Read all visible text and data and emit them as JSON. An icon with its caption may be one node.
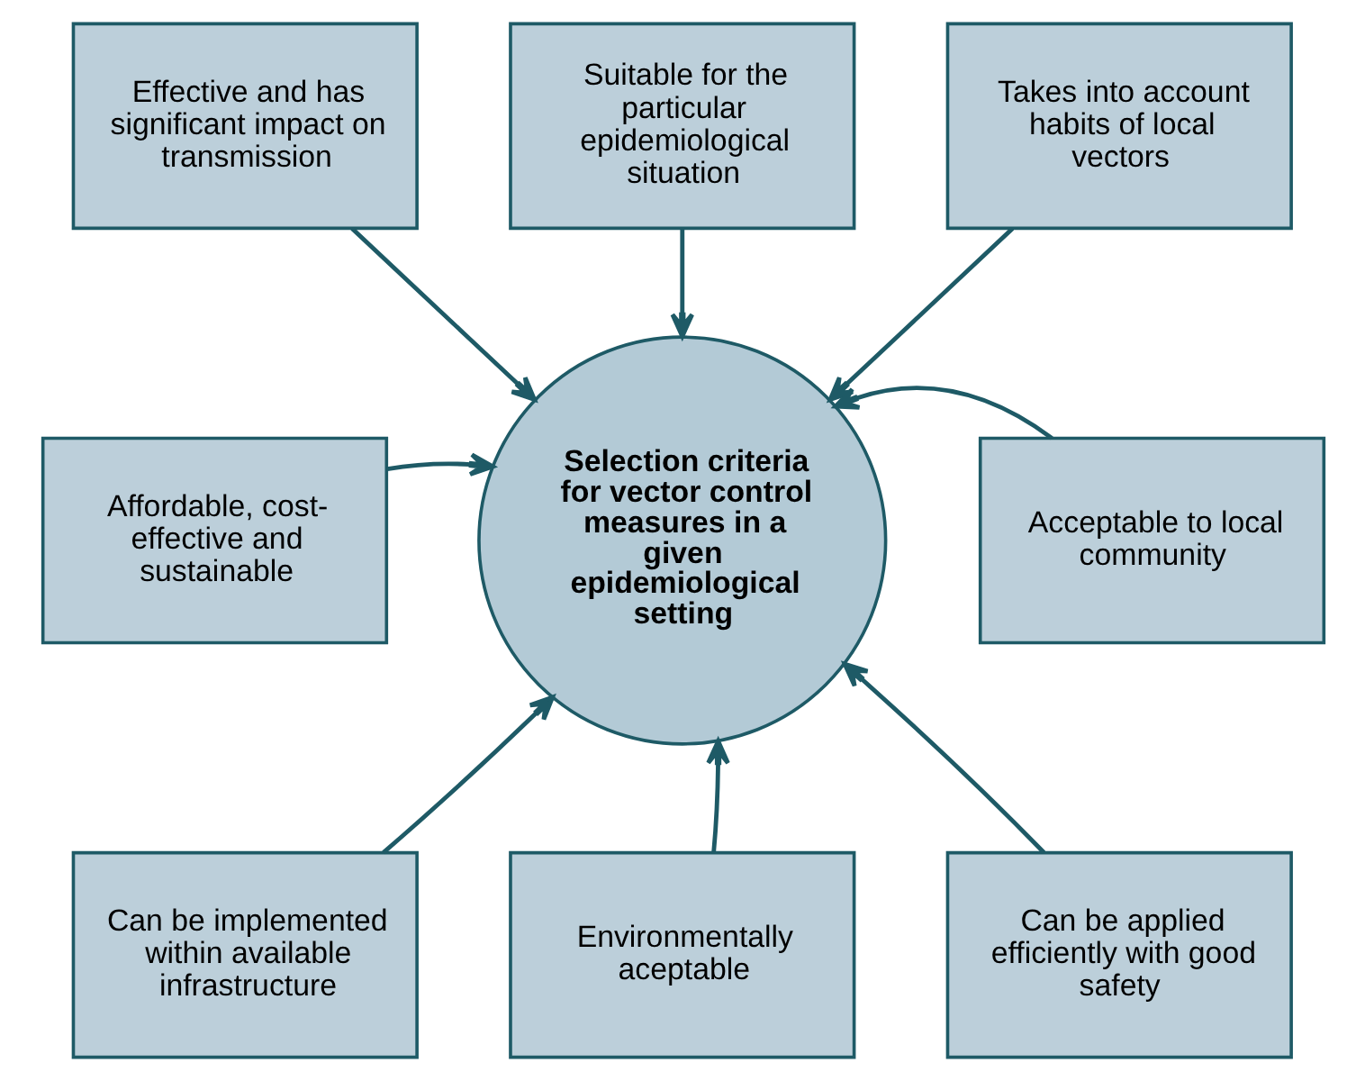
{
  "diagram": {
    "nodes": [
      {
        "text": [
          "Effective and has significant impact on transmission"
        ]
      },
      {
        "text": [
          "Suitable for the particular epidemiological situation"
        ]
      },
      {
        "text": [
          "Takes into account habits of local vectors"
        ]
      },
      {
        "text": [
          "Affordable, cost-effective and sustainable"
        ]
      },
      {
        "text": [
          "Selection criteria for vector control measures in a given epidemiological setting"
        ]
      },
      {
        "text": [
          "Acceptable to local community"
        ]
      },
      {
        "text": [
          "Can be implemented within available infrastructure"
        ]
      },
      {
        "text": [
          "Environmentally aceptable"
        ]
      },
      {
        "text": [
          "Can be applied efficiently with good safety"
        ]
      }
    ],
    "edges": [
      {
        "from": 0,
        "to": 4,
        "arrow": "to"
      },
      {
        "from": 1,
        "to": 4,
        "arrow": "to"
      },
      {
        "from": 2,
        "to": 4,
        "arrow": "to"
      },
      {
        "from": 3,
        "to": 4,
        "arrow": "to"
      },
      {
        "from": 5,
        "to": 4,
        "arrow": "to"
      },
      {
        "from": 6,
        "to": 4,
        "arrow": "to"
      },
      {
        "from": 7,
        "to": 4,
        "arrow": "to"
      },
      {
        "from": 8,
        "to": 4,
        "arrow": "to"
      }
    ]
  }
}
